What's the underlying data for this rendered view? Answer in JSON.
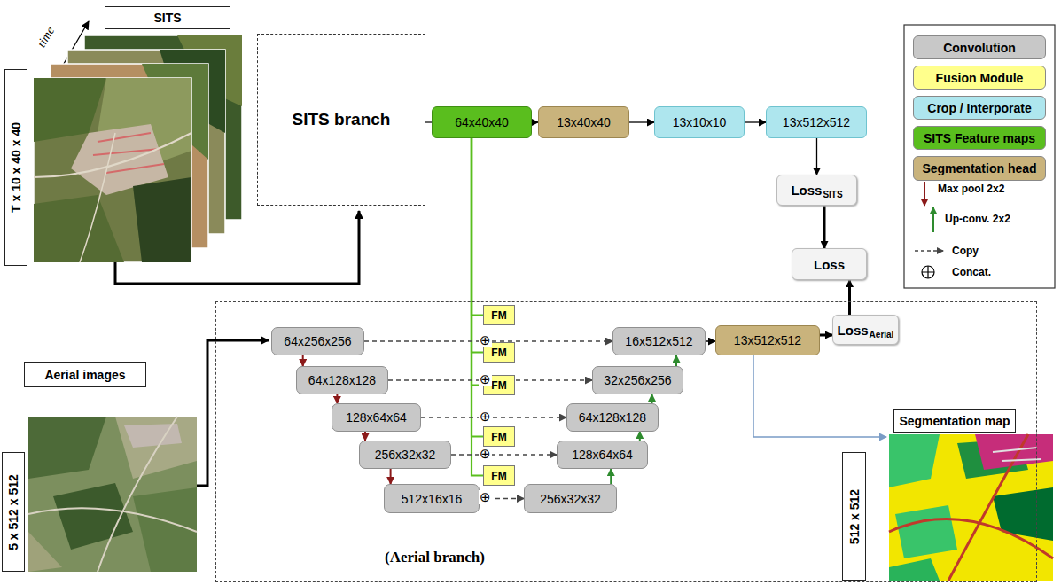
{
  "diagram": {
    "nodes": [
      {
        "text": [
          "SITS"
        ]
      },
      {
        "text": [
          "T x 10 x 40 x 40"
        ]
      },
      {
        "text": [
          "SITS branch"
        ]
      },
      {
        "text": [
          "64x40x40"
        ]
      },
      {
        "text": [
          "13x40x40"
        ]
      },
      {
        "text": [
          "13x10x10"
        ]
      },
      {
        "text": [
          "13x512x512"
        ]
      },
      {
        "text": [
          "Loss",
          "SITS"
        ]
      },
      {
        "text": [
          "Loss"
        ]
      },
      {
        "text": [
          "(Aerial branch)"
        ]
      },
      {
        "text": [
          "64x256x256"
        ],
        "in": 9
      },
      {
        "text": [
          "64x128x128"
        ],
        "in": 9
      },
      {
        "text": [
          "128x64x64"
        ],
        "in": 9
      },
      {
        "text": [
          "256x32x32"
        ],
        "in": 9
      },
      {
        "text": [
          "512x16x16"
        ],
        "in": 9
      },
      {
        "text": [
          "FM"
        ],
        "in": 9
      },
      {
        "text": [
          "FM"
        ],
        "in": 9
      },
      {
        "text": [
          "FM"
        ],
        "in": 9
      },
      {
        "text": [
          "FM"
        ],
        "in": 9
      },
      {
        "text": [
          "FM"
        ],
        "in": 9
      },
      {
        "text": [
          "16x512x512"
        ],
        "in": 9
      },
      {
        "text": [
          "32x256x256"
        ],
        "in": 9
      },
      {
        "text": [
          "64x128x128"
        ],
        "in": 9
      },
      {
        "text": [
          "128x64x64"
        ],
        "in": 9
      },
      {
        "text": [
          "256x32x32"
        ],
        "in": 9
      },
      {
        "text": [
          "13x512x512"
        ],
        "in": 9
      },
      {
        "text": [
          "Loss",
          "Aerial"
        ],
        "in": 9
      },
      {
        "text": [
          "Aerial images"
        ]
      },
      {
        "text": [
          "5 x 512 x 512"
        ]
      },
      {
        "text": [
          "Segmentation map"
        ]
      },
      {
        "text": [
          "512 x 512"
        ]
      }
    ],
    "edges": [
      {
        "from": 2,
        "to": 3,
        "arrow": "none"
      },
      {
        "from": 3,
        "to": 4,
        "arrow": "to"
      },
      {
        "from": 4,
        "to": 5,
        "arrow": "to"
      },
      {
        "from": 5,
        "to": 6,
        "arrow": "to"
      },
      {
        "from": 6,
        "to": 7,
        "arrow": "to"
      },
      {
        "from": 7,
        "to": 8,
        "arrow": "to"
      },
      {
        "from": 26,
        "to": 8,
        "arrow": "to"
      },
      {
        "from": 3,
        "to": 15,
        "arrow": "none"
      },
      {
        "from": 3,
        "to": 16,
        "arrow": "none"
      },
      {
        "from": 3,
        "to": 17,
        "arrow": "none"
      },
      {
        "from": 3,
        "to": 18,
        "arrow": "none"
      },
      {
        "from": 3,
        "to": 19,
        "arrow": "none"
      },
      {
        "from": 10,
        "to": 11,
        "arrow": "to"
      },
      {
        "from": 11,
        "to": 12,
        "arrow": "to"
      },
      {
        "from": 12,
        "to": 13,
        "arrow": "to"
      },
      {
        "from": 13,
        "to": 14,
        "arrow": "to"
      },
      {
        "from": 10,
        "to": 20,
        "arrow": "to"
      },
      {
        "from": 11,
        "to": 21,
        "arrow": "to"
      },
      {
        "from": 12,
        "to": 22,
        "arrow": "to"
      },
      {
        "from": 13,
        "to": 23,
        "arrow": "to"
      },
      {
        "from": 14,
        "to": 24,
        "arrow": "to"
      },
      {
        "from": 24,
        "to": 23,
        "arrow": "to"
      },
      {
        "from": 23,
        "to": 22,
        "arrow": "to"
      },
      {
        "from": 22,
        "to": 21,
        "arrow": "to"
      },
      {
        "from": 21,
        "to": 20,
        "arrow": "to"
      },
      {
        "from": 20,
        "to": 25,
        "arrow": "to"
      },
      {
        "from": 25,
        "to": 26,
        "arrow": "to"
      }
    ],
    "labels": [
      "time",
      "⊕",
      "⊕",
      "⊕",
      "⊕",
      "⊕"
    ],
    "legend": [
      {
        "text": "Convolution",
        "color": "#c8c8c8"
      },
      {
        "text": "Fusion Module",
        "color": "#ffff8c"
      },
      {
        "text": "Crop / Interporate",
        "color": "#aee6ee"
      },
      {
        "text": "SITS Feature maps",
        "color": "#5abe1e"
      },
      {
        "text": "Segmentation head",
        "color": "#c9b37c"
      },
      {
        "text": "Max pool 2x2"
      },
      {
        "text": "Up-conv. 2x2"
      },
      {
        "text": "Copy"
      },
      {
        "text": "Concat."
      }
    ]
  }
}
